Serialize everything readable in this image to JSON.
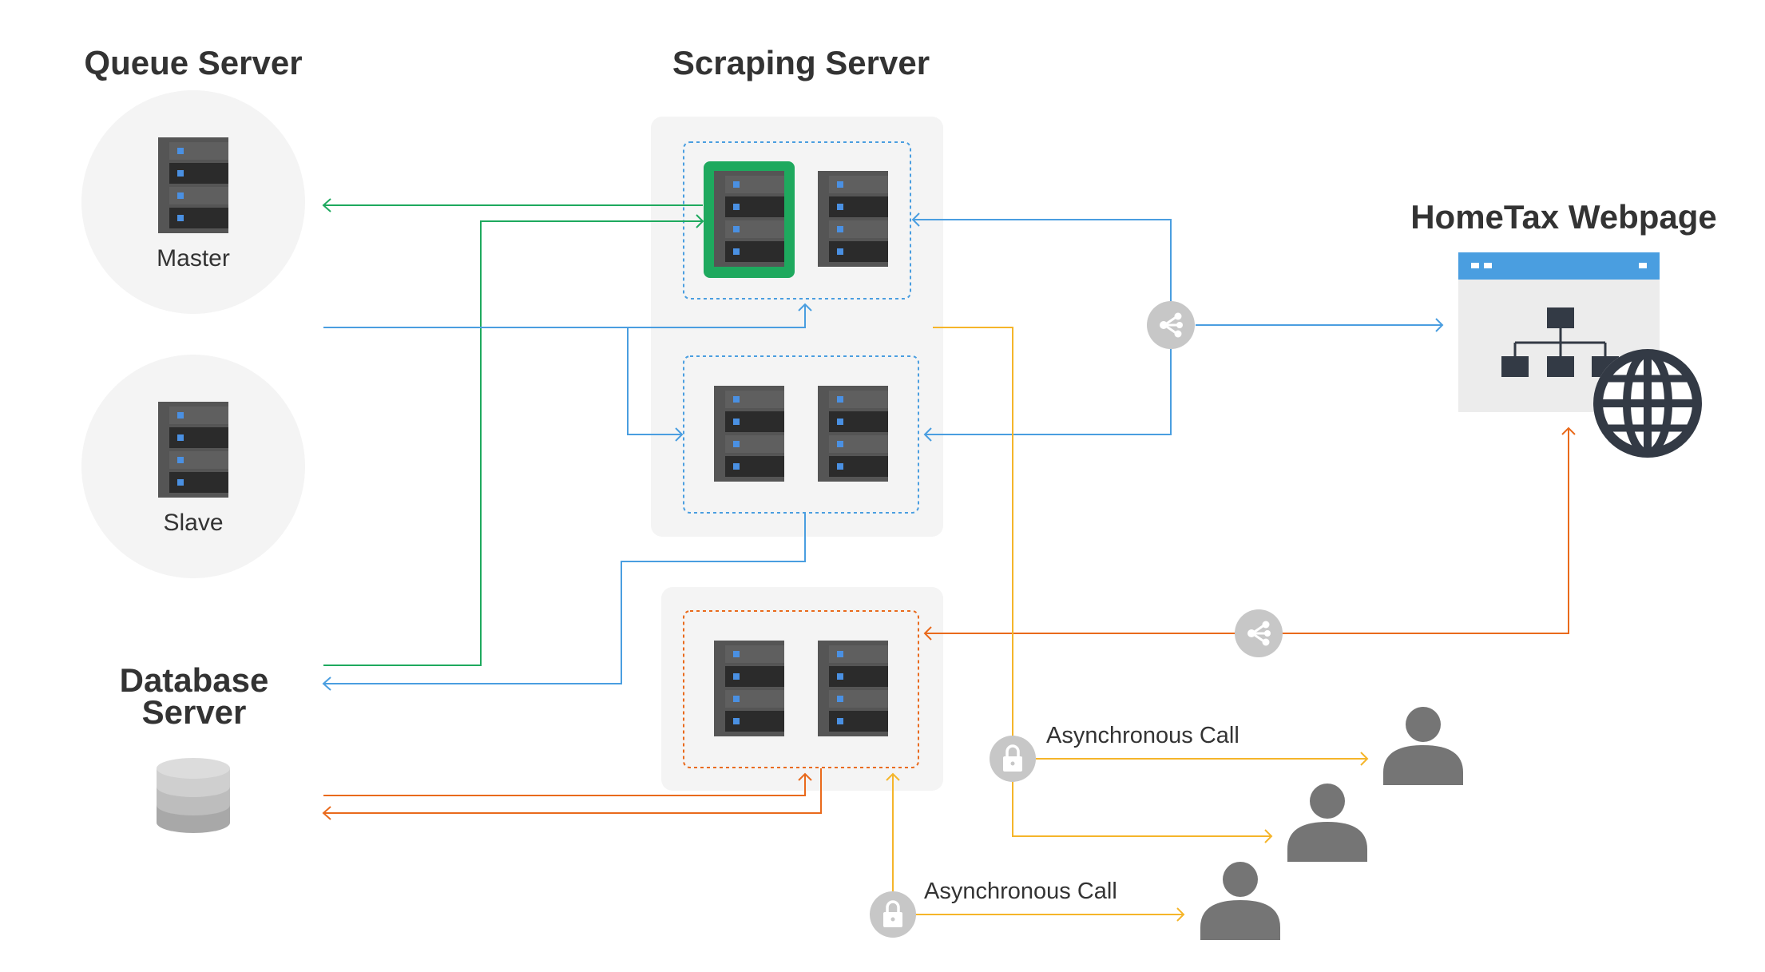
{
  "titles": {
    "queue_server": "Queue Server",
    "scraping_server": "Scraping Server",
    "hometax": "HomeTax Webpage",
    "database_line1": "Database",
    "database_line2": "Server"
  },
  "queue": {
    "master_label": "Master",
    "slave_label": "Slave"
  },
  "async_calls": {
    "label_upper": "Asynchronous Call",
    "label_lower": "Asynchronous Call"
  },
  "colors": {
    "green": "#1ea95e",
    "blue": "#4a9ee0",
    "orange": "#e96a1c",
    "yellow": "#f5b52a",
    "panel": "#f4f4f4",
    "icon_gray": "#c7c7c7",
    "person": "#757575",
    "server_body": "#555555",
    "server_slot": "#2b2b2b",
    "server_led": "#4a90e2",
    "browser_bar": "#4a9ee0",
    "globe": "#333a45"
  },
  "icons": {
    "server": "server-rack-icon",
    "database": "database-icon",
    "share": "share-icon",
    "lock": "lock-icon",
    "person": "person-icon",
    "webpage": "webpage-sitemap-icon",
    "globe": "globe-icon"
  }
}
